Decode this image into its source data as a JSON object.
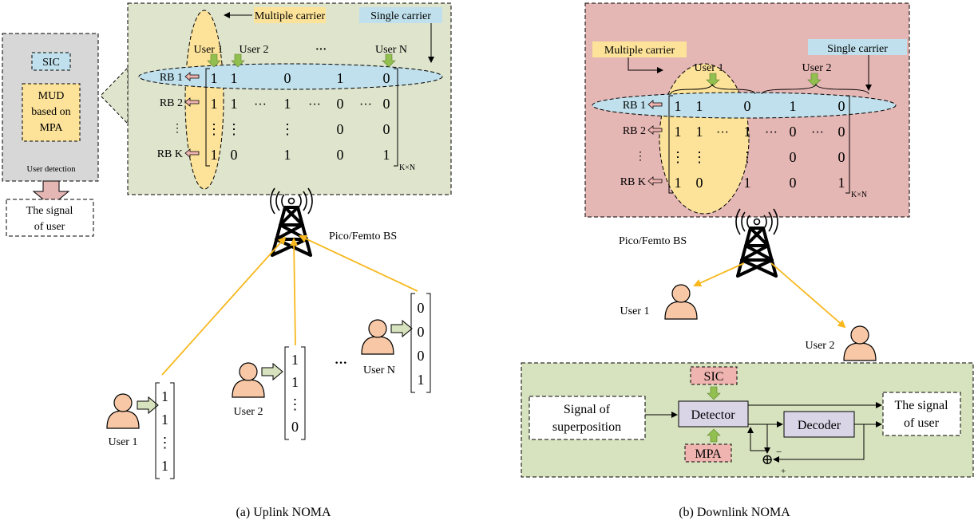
{
  "colors": {
    "uplink_panel": "#dfe4cc",
    "downlink_panel": "#e4b6b4",
    "receiver_panel": "#d7e3be",
    "multi_carrier": "#fde39a",
    "single_carrier": "#bfe0ec",
    "box_gray": "#d7d7d7",
    "arrow_green": "#92c050",
    "arrow_pink": "#efb4b0",
    "link_yellow": "#f8b81e",
    "detector": "#d9d4e6",
    "user_skin": "#f7c7a6"
  },
  "uplink": {
    "caption": "(a)  Uplink NOMA",
    "multiple_carrier": "Multiple carrier",
    "single_carrier": "Single carrier",
    "users": [
      "User 1",
      "User 2",
      "···",
      "User N"
    ],
    "rb_labels": [
      "RB 1",
      "RB 2",
      "⋮",
      "RB K"
    ],
    "matrix": [
      [
        "1",
        "1",
        "0",
        "1",
        "0"
      ],
      [
        "1",
        "1 ··· 1 ··· 0 ··· 0",
        "",
        "",
        ""
      ],
      [
        "⋮",
        "⋮",
        "⋮",
        "0",
        "0"
      ],
      [
        "1",
        "0",
        "1",
        "0",
        "1"
      ]
    ],
    "matrix_rows": [
      [
        "1",
        "1",
        "0",
        "1",
        "0"
      ],
      [
        "1",
        "1",
        "1",
        "0",
        "0"
      ],
      [
        "⋮",
        "⋮",
        "⋮",
        "0",
        "0"
      ],
      [
        "1",
        "0",
        "1",
        "0",
        "1"
      ]
    ],
    "dots": "···",
    "subscript": "K×N",
    "sic": "SIC",
    "mud_lines": [
      "MUD",
      "based on",
      "MPA"
    ],
    "user_detection": "User detection",
    "signal_lines": [
      "The signal",
      "of user"
    ],
    "bs_label": "Pico/Femto BS",
    "user1": "User 1",
    "user2": "User 2",
    "userN": "User N",
    "vec1": [
      "1",
      "1",
      "⋮",
      "1"
    ],
    "vec2": [
      "1",
      "1",
      "⋮",
      "0"
    ],
    "vecN": [
      "0",
      "0",
      "0",
      "1"
    ],
    "between_dots": "···"
  },
  "downlink": {
    "caption": "(b)  Downlink NOMA",
    "multiple_carrier": "Multiple carrier",
    "single_carrier": "Single carrier",
    "user1_top": "User 1",
    "user2_top": "User 2",
    "rb_labels": [
      "RB 1",
      "RB 2",
      "⋮",
      "RB K"
    ],
    "matrix_rows": [
      [
        "1",
        "1",
        "0",
        "1",
        "0"
      ],
      [
        "1",
        "1",
        "1",
        "0",
        "0"
      ],
      [
        "⋮",
        "⋮",
        "⋮",
        "0",
        "0"
      ],
      [
        "1",
        "0",
        "1",
        "0",
        "1"
      ]
    ],
    "dots": "···",
    "subscript": "K×N",
    "bs_label": "Pico/Femto BS",
    "user1": "User 1",
    "user2": "User 2",
    "sic": "SIC",
    "mpa": "MPA",
    "signal_sup_lines": [
      "Signal of",
      "superposition"
    ],
    "detector": "Detector",
    "decoder": "Decoder",
    "signal_user_lines": [
      "The signal",
      "of user"
    ],
    "minus": "−",
    "plus": "+",
    "oplus": "⊕"
  }
}
